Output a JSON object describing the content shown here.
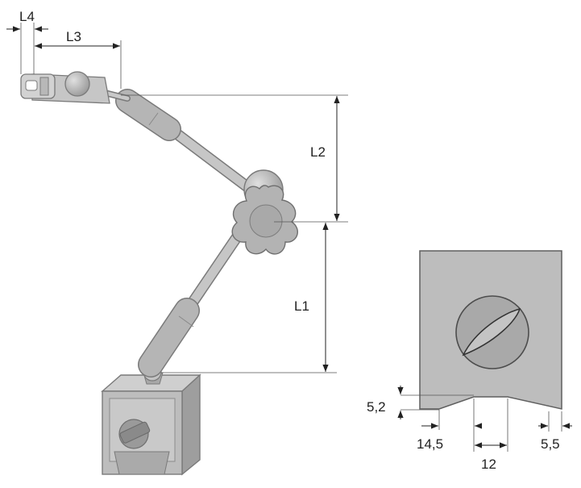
{
  "dimensions": {
    "l1": "L1",
    "l2": "L2",
    "l3": "L3",
    "l4": "L4"
  },
  "base_detail": {
    "height": "5,2",
    "width_a": "14,5",
    "width_b": "12",
    "width_c": "5,5"
  },
  "colors": {
    "part_fill": "#b9b9b9",
    "part_light": "#d6d6d6",
    "part_dark": "#8e8e8e",
    "outline": "#7a7a7a",
    "dimension": "#222222"
  }
}
